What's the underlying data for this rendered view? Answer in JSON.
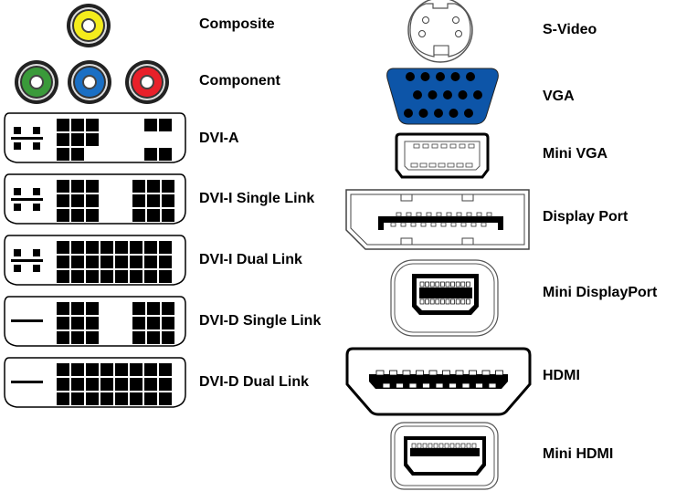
{
  "title": "Video connector types",
  "colors": {
    "yellow": "#f4ec1c",
    "green": "#3a9a3a",
    "blue": "#1a6fc4",
    "red": "#e8202a",
    "vga_blue": "#0d55a8"
  },
  "left_labels": [
    "Composite",
    "Component",
    "DVI-A",
    "DVI-I Single Link",
    "DVI-I Dual Link",
    "DVI-D Single Link",
    "DVI-D Dual Link"
  ],
  "right_labels": [
    "S-Video",
    "VGA",
    "Mini VGA",
    "Display Port",
    "Mini DisplayPort",
    "HDMI",
    "Mini HDMI"
  ]
}
